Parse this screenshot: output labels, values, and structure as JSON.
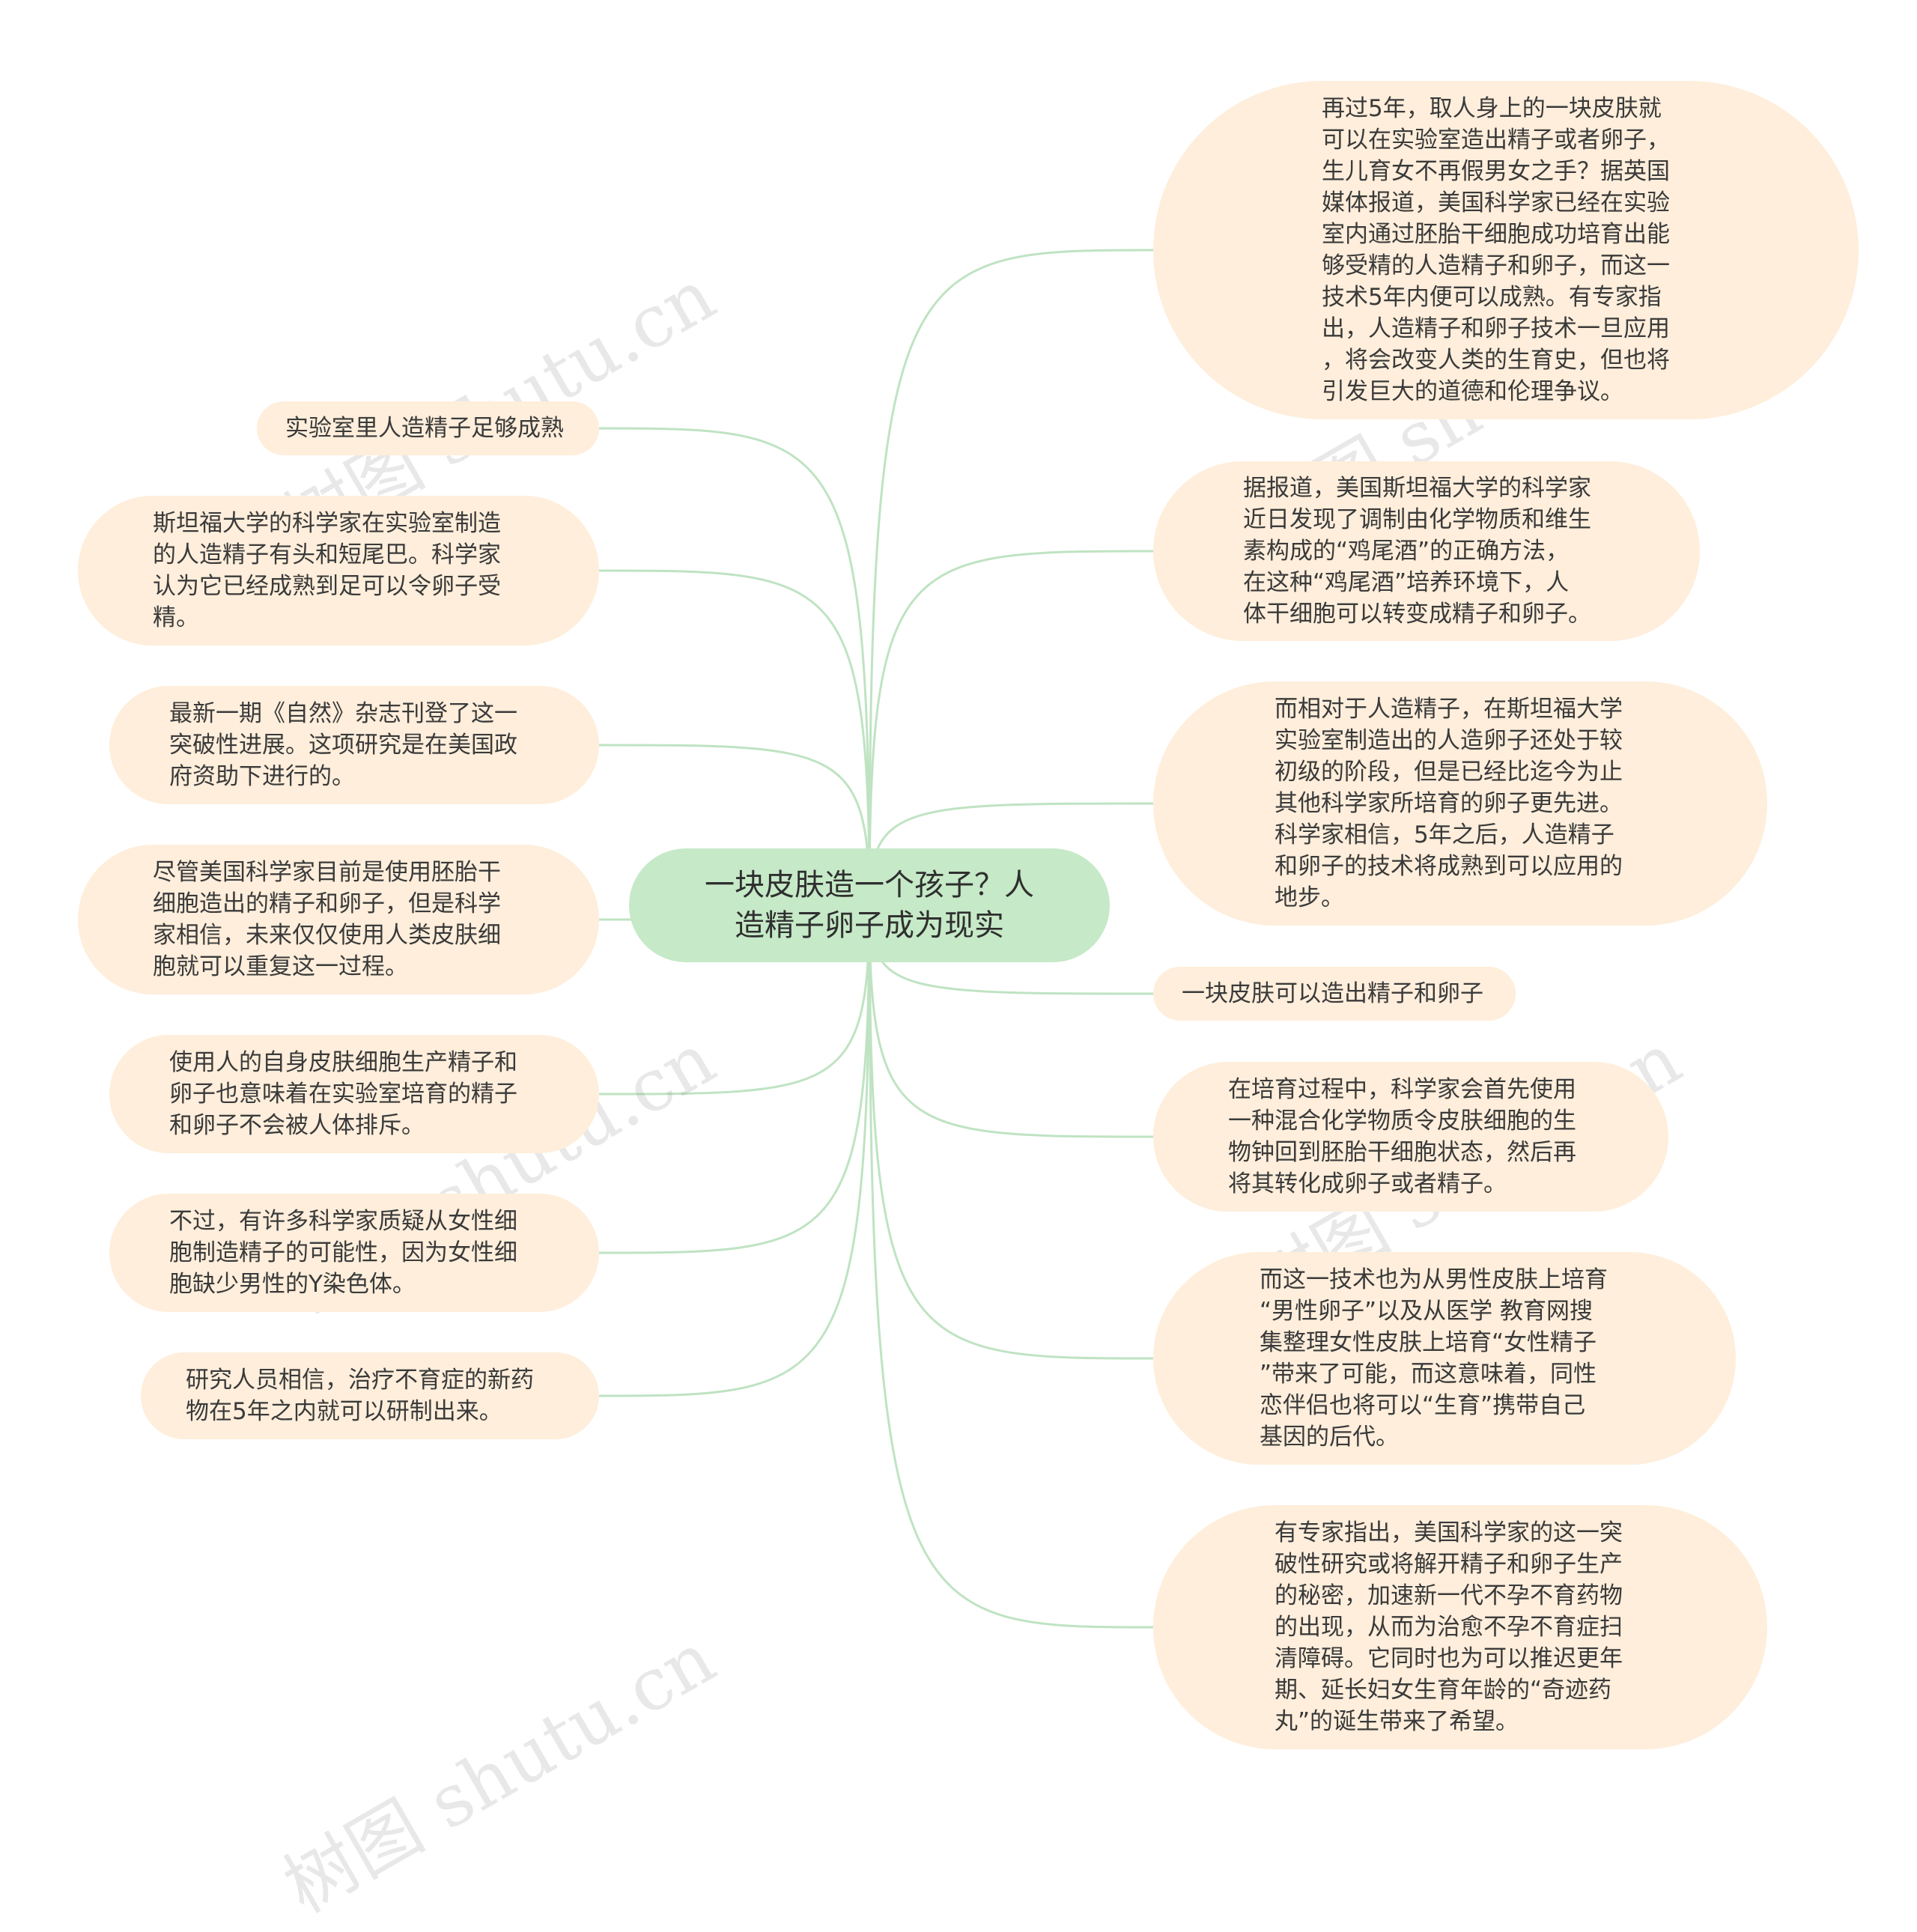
{
  "center": {
    "title": "一块皮肤造一个孩子？人\n造精子卵子成为现实"
  },
  "left_nodes": [
    {
      "text": "实验室里人造精子足够成熟"
    },
    {
      "text": "斯坦福大学的科学家在实验室制造\n的人造精子有头和短尾巴。科学家\n认为它已经成熟到足可以令卵子受\n精。"
    },
    {
      "text": "最新一期《自然》杂志刊登了这一\n突破性进展。这项研究是在美国政\n府资助下进行的。"
    },
    {
      "text": "尽管美国科学家目前是使用胚胎干\n细胞造出的精子和卵子，但是科学\n家相信，未来仅仅使用人类皮肤细\n胞就可以重复这一过程。"
    },
    {
      "text": "使用人的自身皮肤细胞生产精子和\n卵子也意味着在实验室培育的精子\n和卵子不会被人体排斥。"
    },
    {
      "text": "不过，有许多科学家质疑从女性细\n胞制造精子的可能性，因为女性细\n胞缺少男性的Y染色体。"
    },
    {
      "text": "研究人员相信，治疗不育症的新药\n物在5年之内就可以研制出来。"
    }
  ],
  "right_nodes": [
    {
      "text": "再过5年，取人身上的一块皮肤就\n可以在实验室造出精子或者卵子，\n生儿育女不再假男女之手？据英国\n媒体报道，美国科学家已经在实验\n室内通过胚胎干细胞成功培育出能\n够受精的人造精子和卵子，而这一\n技术5年内便可以成熟。有专家指\n出，人造精子和卵子技术一旦应用\n，将会改变人类的生育史，但也将\n引发巨大的道德和伦理争议。"
    },
    {
      "text": "据报道，美国斯坦福大学的科学家\n近日发现了调制由化学物质和维生\n素构成的“鸡尾酒”的正确方法，\n在这种“鸡尾酒”培养环境下，人\n体干细胞可以转变成精子和卵子。"
    },
    {
      "text": "而相对于人造精子，在斯坦福大学\n实验室制造出的人造卵子还处于较\n初级的阶段，但是已经比迄今为止\n其他科学家所培育的卵子更先进。\n科学家相信，5年之后，人造精子\n和卵子的技术将成熟到可以应用的\n地步。"
    },
    {
      "text": "一块皮肤可以造出精子和卵子"
    },
    {
      "text": "在培育过程中，科学家会首先使用\n一种混合化学物质令皮肤细胞的生\n物钟回到胚胎干细胞状态，然后再\n将其转化成卵子或者精子。"
    },
    {
      "text": "而这一技术也为从男性皮肤上培育\n“男性卵子”以及从医学 教育网搜\n集整理女性皮肤上培育“女性精子\n”带来了可能，而这意味着，同性\n恋伴侣也将可以“生育”携带自己\n基因的后代。"
    },
    {
      "text": "有专家指出，美国科学家的这一突\n破性研究或将解开精子和卵子生产\n的秘密，加速新一代不孕不育药物\n的出现，从而为治愈不孕不育症扫\n清障碍。它同时也为可以推迟更年\n期、延长妇女生育年龄的“奇迹药\n丸”的诞生带来了希望。"
    }
  ],
  "watermark": "树图 shutu.cn",
  "colors": {
    "center_fill": "#c6e9c8",
    "node_fill": "#feeedb",
    "link": "#bfe3c2"
  }
}
